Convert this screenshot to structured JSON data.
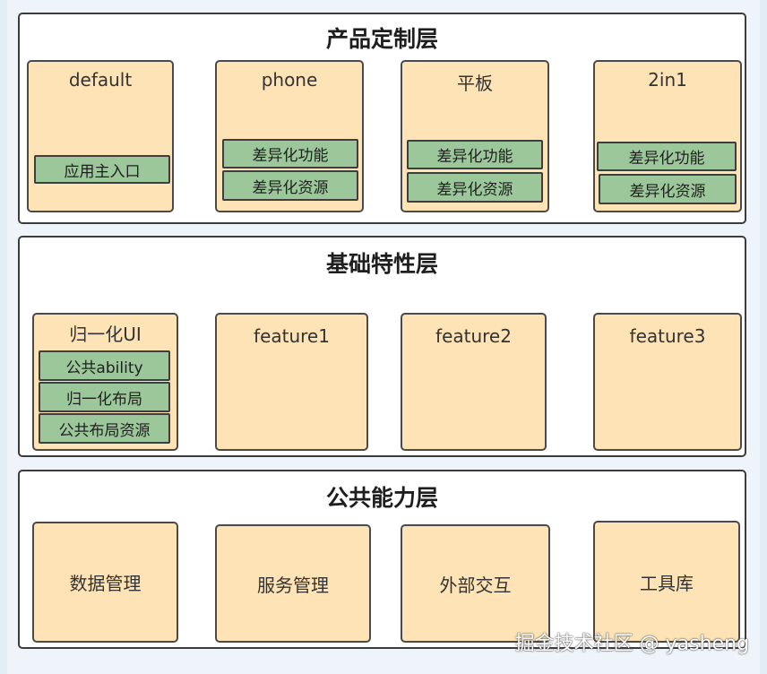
{
  "layers": {
    "product": {
      "title": "产品定制层",
      "boxes": {
        "default": {
          "title": "default",
          "tags": [
            "应用主入口"
          ]
        },
        "phone": {
          "title": "phone",
          "tags": [
            "差异化功能",
            "差异化资源"
          ]
        },
        "tablet": {
          "title": "平板",
          "tags": [
            "差异化功能",
            "差异化资源"
          ]
        },
        "twoinone": {
          "title": "2in1",
          "tags": [
            "差异化功能",
            "差异化资源"
          ]
        }
      }
    },
    "feature": {
      "title": "基础特性层",
      "boxes": {
        "common_ui": {
          "title": "归一化UI",
          "tags": [
            "公共ability",
            "归一化布局",
            "公共布局资源"
          ]
        },
        "feature1": {
          "title": "feature1"
        },
        "feature2": {
          "title": "feature2"
        },
        "feature3": {
          "title": "feature3"
        }
      }
    },
    "common": {
      "title": "公共能力层",
      "boxes": {
        "data": {
          "title": "数据管理"
        },
        "service": {
          "title": "服务管理"
        },
        "interaction": {
          "title": "外部交互"
        },
        "tools": {
          "title": "工具库"
        }
      }
    }
  },
  "watermark": "掘金技术社区 @ yasheng",
  "colors": {
    "layer_bg": "#ffffff",
    "box_bg": "#fde3b5",
    "tag_bg": "#9cc79a",
    "border": "#3c3c3c"
  }
}
